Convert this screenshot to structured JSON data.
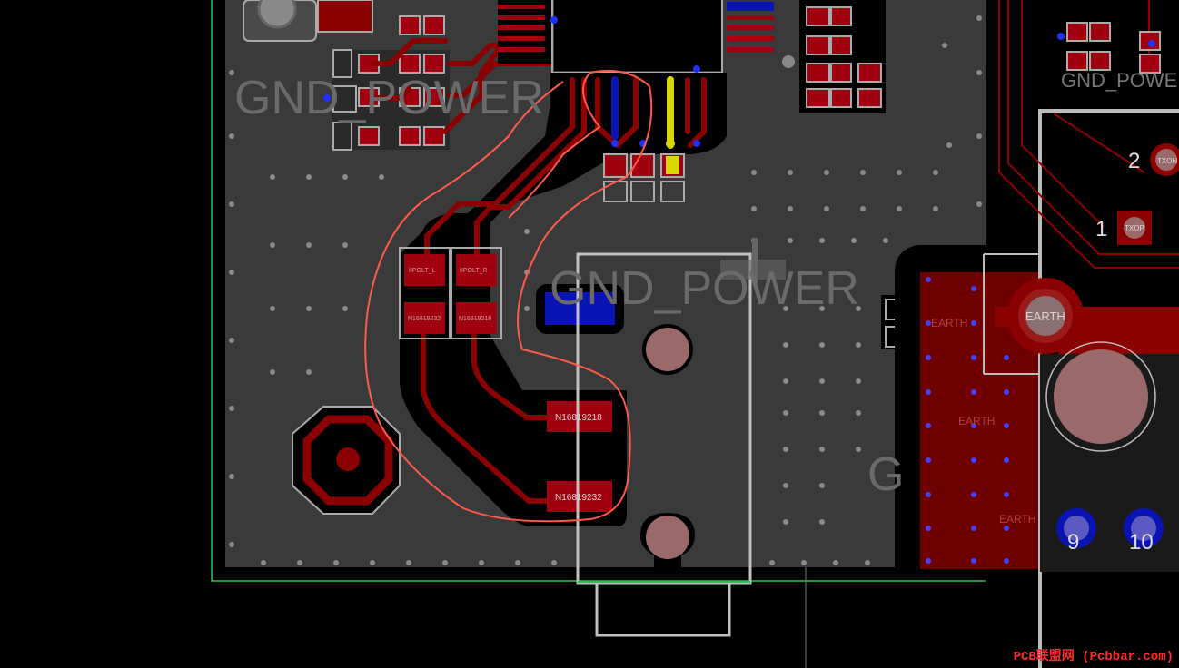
{
  "labels": {
    "gnd_power_top": "GND_POWER",
    "gnd_power_center": "GND_POWER",
    "gnd_power_right": "GND_POWER",
    "gnd_partial": "G",
    "pad_ipolt_l": "IIPOLT_L",
    "pad_ipolt_r": "IIPOLT_R",
    "pad_n_left": "N16819232",
    "pad_n_right": "N16819218",
    "net_n16819218": "N16819218",
    "net_n16819232": "N16819232",
    "earth_main": "EARTH",
    "earth_plane_1": "EARTH",
    "earth_plane_2": "EARTH",
    "earth_plane_3": "EARTH",
    "txon": "TXON",
    "txop": "TXOP",
    "pin_1": "1",
    "pin_2": "2",
    "pin_9": "9",
    "pin_10": "10"
  },
  "watermark": "PCB联盟网 (Pcbbar.com)",
  "colors": {
    "background": "#000000",
    "plane": "#3a3a3a",
    "copper_top": "#8b0000",
    "pad_red": "#c00010",
    "bottom_layer": "#0a14b4",
    "highlight_yellow": "#d8d800",
    "silkscreen": "#bdbdbd",
    "annotation": "#ff5a4a",
    "board_outline": "#2fbf5a"
  }
}
